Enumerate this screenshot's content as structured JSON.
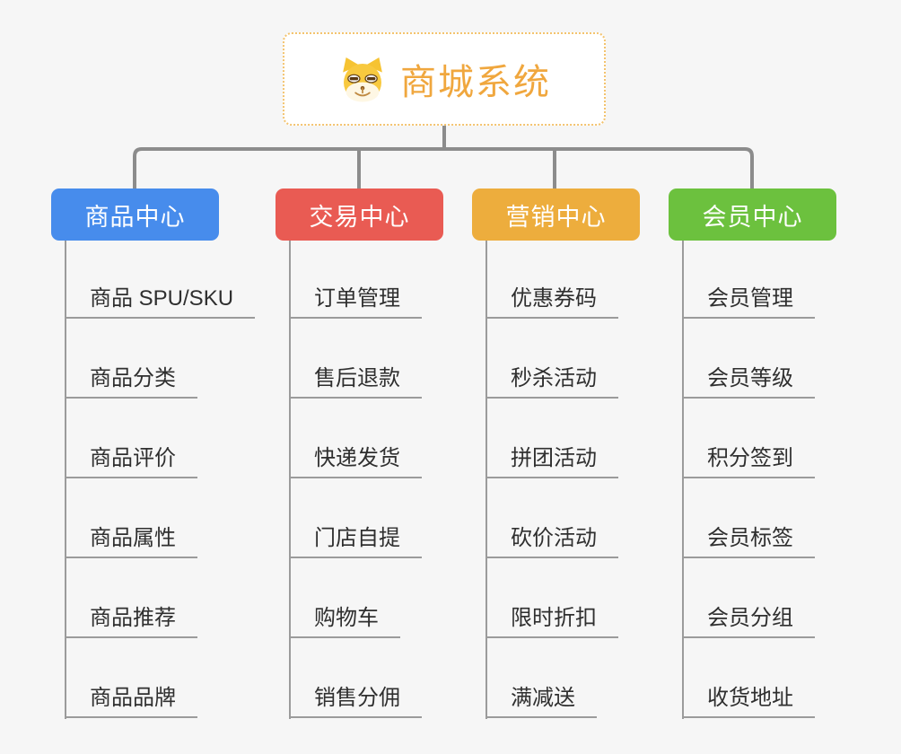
{
  "root": {
    "title": "商城系统",
    "icon": "doge-icon",
    "accent_color": "#f0a73e",
    "border_color": "#f3c36e"
  },
  "connector_color": "#8c8c8c",
  "leaf_line_color": "#9b9b9b",
  "branches": [
    {
      "label": "商品中心",
      "color": "#478cec",
      "children": [
        "商品 SPU/SKU",
        "商品分类",
        "商品评价",
        "商品属性",
        "商品推荐",
        "商品品牌"
      ]
    },
    {
      "label": "交易中心",
      "color": "#e95b53",
      "children": [
        "订单管理",
        "售后退款",
        "快递发货",
        "门店自提",
        "购物车",
        "销售分佣"
      ]
    },
    {
      "label": "营销中心",
      "color": "#edad3d",
      "children": [
        "优惠券码",
        "秒杀活动",
        "拼团活动",
        "砍价活动",
        "限时折扣",
        "满减送"
      ]
    },
    {
      "label": "会员中心",
      "color": "#6cc13e",
      "children": [
        "会员管理",
        "会员等级",
        "积分签到",
        "会员标签",
        "会员分组",
        "收货地址"
      ]
    }
  ]
}
